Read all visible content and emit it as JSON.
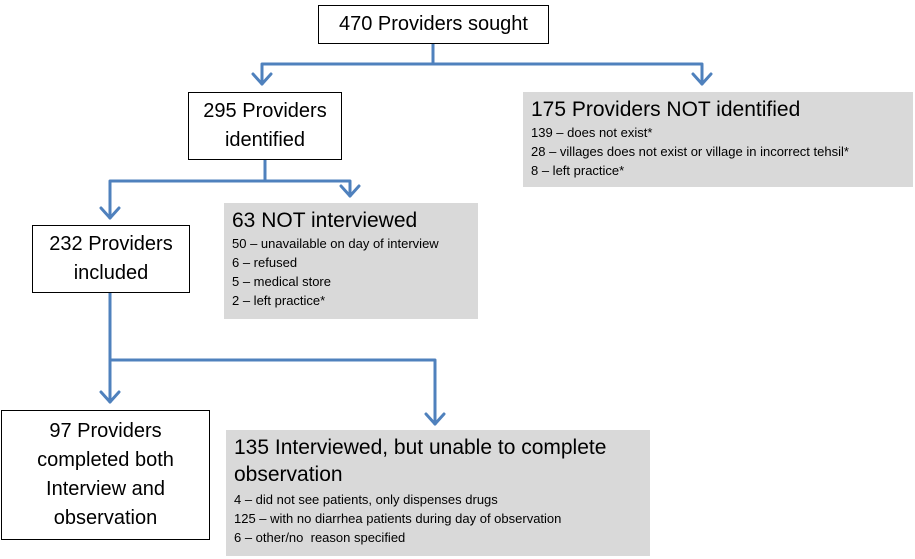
{
  "top": {
    "label": "470 Providers sought"
  },
  "identified": {
    "line1": "295 Providers",
    "line2": "identified"
  },
  "not_identified": {
    "title": "175 Providers NOT identified",
    "items": [
      "139 – does not exist*",
      "28 – villages does not exist or village in incorrect tehsil*",
      "8 – left practice*"
    ]
  },
  "included": {
    "line1": "232 Providers",
    "line2": "included"
  },
  "not_interviewed": {
    "title": "63 NOT interviewed",
    "items": [
      "50 – unavailable on day of interview",
      "6 – refused",
      "5 – medical store",
      "2 – left practice*"
    ]
  },
  "completed": {
    "line1": "97 Providers",
    "line2": "completed both",
    "line3": "Interview and",
    "line4": "observation"
  },
  "unable": {
    "title_line1": "135 Interviewed, but unable to complete",
    "title_line2": "observation",
    "items": [
      "4 – did not see patients, only dispenses drugs",
      "125 – with no diarrhea patients during day of observation",
      "6 – other/no  reason specified"
    ]
  },
  "colors": {
    "connector": "#4f81bd",
    "grey_box": "#d9d9d9",
    "border": "#000000"
  }
}
